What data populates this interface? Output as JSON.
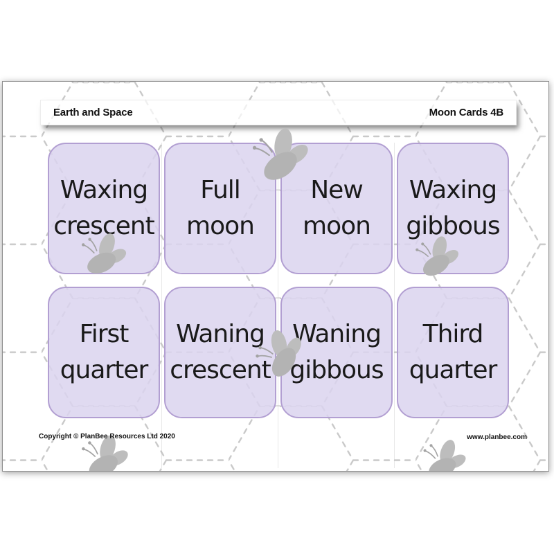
{
  "header": {
    "left_label": "Earth and Space",
    "right_label": "Moon Cards 4B"
  },
  "cards": [
    {
      "name": "waxing-crescent",
      "line1": "Waxing",
      "line2": "crescent"
    },
    {
      "name": "full-moon",
      "line1": "Full",
      "line2": "moon"
    },
    {
      "name": "new-moon",
      "line1": "New",
      "line2": "moon"
    },
    {
      "name": "waxing-gibbous",
      "line1": "Waxing",
      "line2": "gibbous"
    },
    {
      "name": "first-quarter",
      "line1": "First",
      "line2": "quarter"
    },
    {
      "name": "waning-crescent",
      "line1": "Waning",
      "line2": "crescent"
    },
    {
      "name": "waning-gibbous",
      "line1": "Waning",
      "line2": "gibbous"
    },
    {
      "name": "third-quarter",
      "line1": "Third",
      "line2": "quarter"
    }
  ],
  "footer": {
    "copyright": "Copyright © PlanBee Resources Ltd 2020",
    "website": "www.planbee.com"
  },
  "icons": {
    "bee": "bee-silhouette",
    "background": "dashed-hexagon-honeycomb"
  },
  "colors": {
    "card_fill": "#ded7ef",
    "card_border": "#b29fd2",
    "hexagon_line": "#c9c9c9",
    "bee_gray": "#b5b5b5",
    "text": "#1a1a1a"
  }
}
